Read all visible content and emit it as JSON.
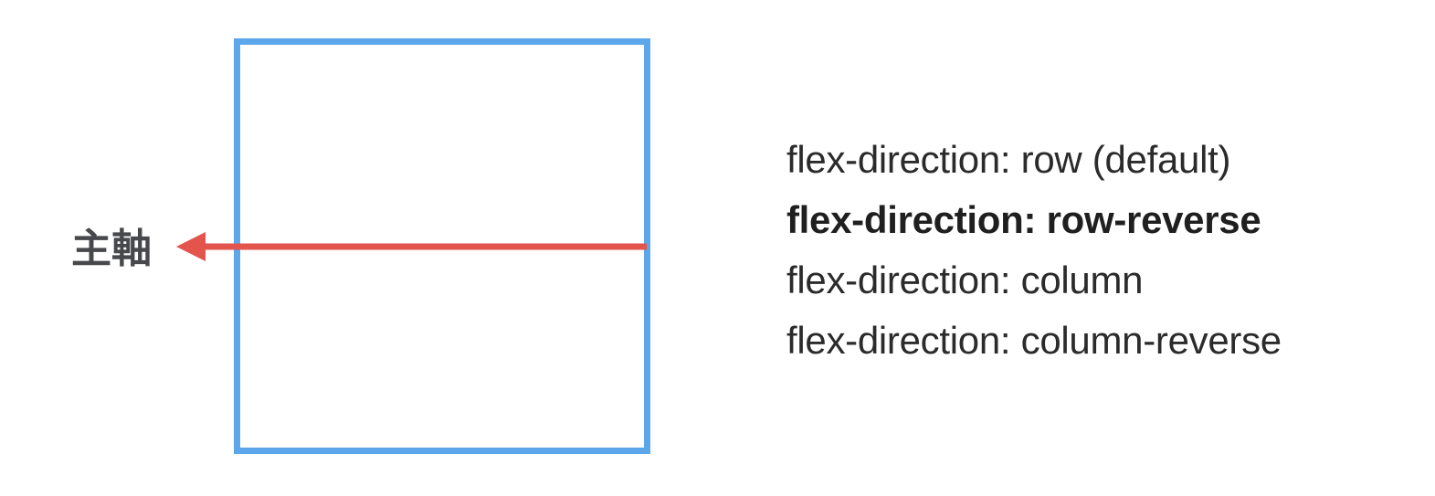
{
  "diagram": {
    "axis_label": "主軸",
    "colors": {
      "container_border": "#5ba7e9",
      "main_axis_arrow": "#e3544c",
      "label_text": "#47484b",
      "option_text": "#2b2b2b"
    },
    "arrow_direction": "right-to-left"
  },
  "options": [
    {
      "label": "flex-direction: row (default)",
      "active": false
    },
    {
      "label": "flex-direction: row-reverse",
      "active": true
    },
    {
      "label": "flex-direction: column",
      "active": false
    },
    {
      "label": "flex-direction: column-reverse",
      "active": false
    }
  ]
}
